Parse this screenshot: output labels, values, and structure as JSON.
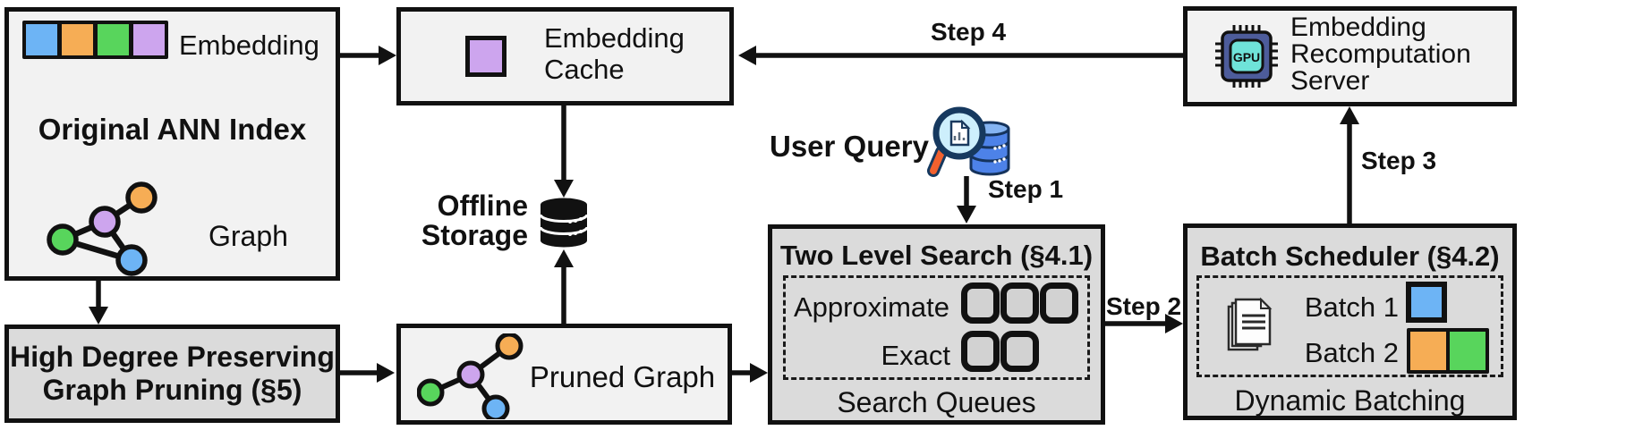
{
  "colors": {
    "blue": "#6db4f5",
    "orange": "#f6ad55",
    "green": "#58d55c",
    "purple": "#cda5ee",
    "box_light": "#f2f2f2",
    "box_dark": "#dbdbdb",
    "queue_fill": "#d2d2d2",
    "gpu_body": "#4d5c9b",
    "gpu_core": "#6fe3d9",
    "query_db": "#4d82e8",
    "query_db_top": "#85b4f2",
    "query_glass": "#cdeffc",
    "query_rim": "#16395f",
    "query_handle": "#f2612e"
  },
  "ann_index": {
    "embedding_label": "Embedding",
    "title": "Original ANN Index",
    "graph_label": "Graph"
  },
  "embedding_cache": {
    "line1": "Embedding",
    "line2": "Cache"
  },
  "offline_storage": {
    "line1": "Offline",
    "line2": "Storage"
  },
  "recomputation_server": {
    "line1": "Embedding",
    "line2": "Recomputation",
    "line3": "Server",
    "gpu_label": "GPU"
  },
  "user_query": {
    "label": "User Query"
  },
  "steps": {
    "step1": "Step 1",
    "step2": "Step 2",
    "step3": "Step 3",
    "step4": "Step 4"
  },
  "two_level_search": {
    "title": "Two Level Search (§4.1)",
    "row1_label": "Approximate",
    "row2_label": "Exact",
    "caption": "Search Queues"
  },
  "batch_scheduler": {
    "title": "Batch Scheduler (§4.2)",
    "batch1_label": "Batch 1",
    "batch2_label": "Batch 2",
    "caption": "Dynamic Batching"
  },
  "graph_pruning": {
    "line1": "High Degree Preserving",
    "line2": "Graph Pruning (§5)"
  },
  "pruned_graph": {
    "label": "Pruned Graph"
  }
}
